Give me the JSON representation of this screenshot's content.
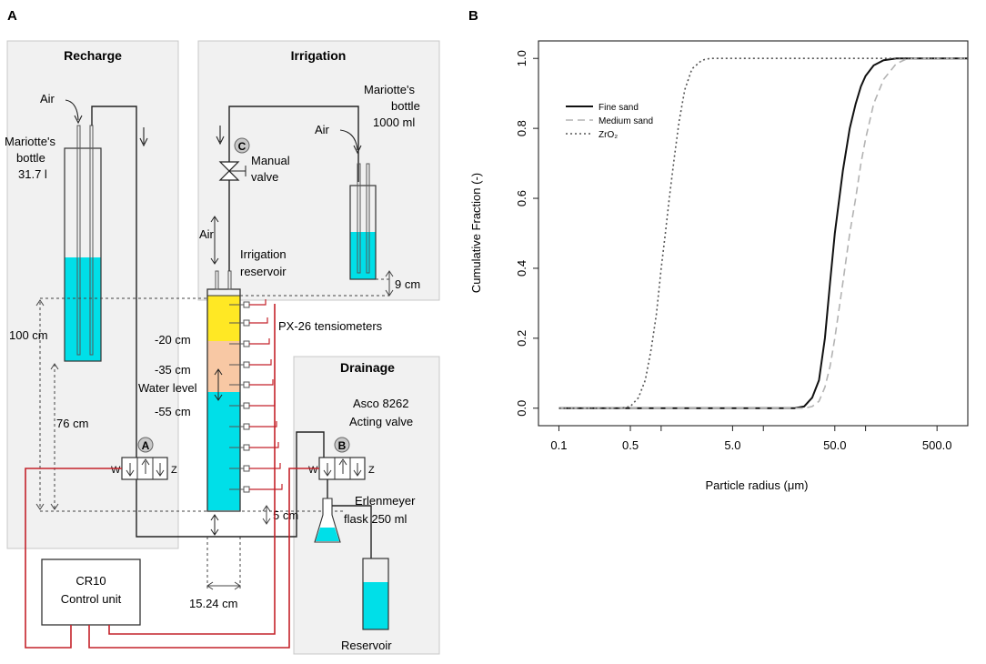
{
  "panels": {
    "a": {
      "letter": "A",
      "sections": {
        "recharge": "Recharge",
        "irrigation": "Irrigation",
        "drainage": "Drainage"
      },
      "labels": {
        "air_recharge": "Air",
        "mariotte_big": [
          "Mariotte's",
          "bottle",
          "31.7 l"
        ],
        "mariotte_small": [
          "Mariotte's",
          "bottle",
          "1000 ml"
        ],
        "air_mariotte_small": "Air",
        "valve_c_letter": "C",
        "manual_valve": [
          "Manual",
          "valve"
        ],
        "air_column": "Air",
        "irrigation_reservoir": [
          "Irrigation",
          "reservoir"
        ],
        "nine_cm": "9 cm",
        "hundred_cm": "100 cm",
        "seventy_six_cm": "76 cm",
        "tensiometers": "PX-26 tensiometers",
        "minus_20": "-20 cm",
        "minus_35": "-35 cm",
        "water_level": "Water level",
        "minus_55": "-55 cm",
        "asco": [
          "Asco 8262",
          "Acting valve"
        ],
        "valve_a_letter": "A",
        "valve_b_letter": "B",
        "five_cm": "5 cm",
        "erlenmeyer": [
          "Erlenmeyer",
          "flask 250 ml"
        ],
        "column_width": "15.24 cm",
        "control_unit": [
          "CR10",
          "Control unit"
        ],
        "reservoir": "Reservoir"
      },
      "colors": {
        "water": "#00dfe8",
        "fine_layer": "#ffe824",
        "mid_layer": "#f8c8a4",
        "wire": "#c4222a",
        "box_fill": "#f1f1f1"
      }
    },
    "b": {
      "letter": "B"
    }
  },
  "chart_data": {
    "type": "line",
    "xlabel": "Particle radius (μm)",
    "ylabel": "Cumulative Fraction (-)",
    "x_scale": "log",
    "xlim": [
      0.0631,
      1000
    ],
    "ylim": [
      -0.05,
      1.05
    ],
    "x_ticks": [
      0.1,
      0.5,
      5.0,
      50.0,
      500.0
    ],
    "x_tick_labels": [
      "0.1",
      "0.5",
      "5.0",
      "50.0",
      "500.0"
    ],
    "y_ticks": [
      0.0,
      0.2,
      0.4,
      0.6,
      0.8,
      1.0
    ],
    "y_tick_labels": [
      "0.0",
      "0.2",
      "0.4",
      "0.6",
      "0.8",
      "1.0"
    ],
    "legend_position": "top-left",
    "series": [
      {
        "name": "Fine sand",
        "color": "#111111",
        "dash": "solid",
        "x": [
          0.1,
          5,
          20,
          25,
          30,
          35,
          40,
          45,
          50,
          60,
          70,
          80,
          90,
          100,
          120,
          150,
          200,
          250,
          300,
          500,
          1000
        ],
        "y": [
          0.0,
          0.0,
          0.0,
          0.005,
          0.03,
          0.08,
          0.2,
          0.36,
          0.5,
          0.68,
          0.8,
          0.87,
          0.92,
          0.95,
          0.98,
          0.995,
          1.0,
          1.0,
          1.0,
          1.0,
          1.0
        ]
      },
      {
        "name": "Medium sand",
        "color": "#b3b3b3",
        "dash": "dashed",
        "x": [
          0.1,
          5,
          25,
          30,
          35,
          40,
          45,
          50,
          60,
          70,
          80,
          90,
          100,
          120,
          150,
          200,
          250,
          300,
          400,
          500,
          1000
        ],
        "y": [
          0.0,
          0.0,
          0.0,
          0.005,
          0.02,
          0.06,
          0.12,
          0.2,
          0.36,
          0.5,
          0.6,
          0.7,
          0.77,
          0.87,
          0.94,
          0.985,
          0.998,
          1.0,
          1.0,
          1.0,
          1.0
        ]
      },
      {
        "name": "ZrO₂",
        "color": "#555555",
        "dash": "dotted",
        "x": [
          0.1,
          0.4,
          0.5,
          0.6,
          0.7,
          0.8,
          0.9,
          1.0,
          1.1,
          1.2,
          1.35,
          1.5,
          1.7,
          2.0,
          2.5,
          3.0,
          5,
          10,
          100,
          1000
        ],
        "y": [
          0.0,
          0.0,
          0.005,
          0.03,
          0.08,
          0.17,
          0.27,
          0.4,
          0.5,
          0.6,
          0.72,
          0.82,
          0.91,
          0.97,
          0.995,
          1.0,
          1.0,
          1.0,
          1.0,
          1.0
        ]
      }
    ]
  }
}
